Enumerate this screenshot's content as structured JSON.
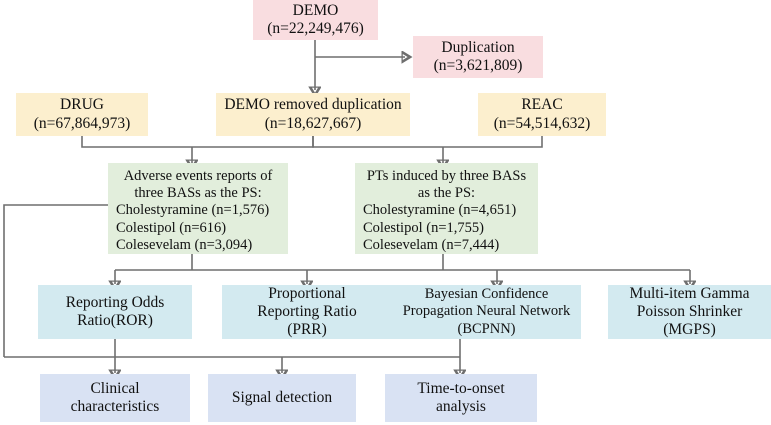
{
  "diagram": {
    "title": "FAERS disproportionality analysis flowchart for three bile acid sequestrants",
    "colors": {
      "pink": "#f9dde0",
      "yellow": "#fcefce",
      "green": "#e2eedc",
      "blue": "#d3eaf0",
      "lavender": "#d9e2f3",
      "connector": "#6f6f6f",
      "text": "#111111"
    },
    "nodes": {
      "demo": {
        "label": "DEMO",
        "count": "(n=22,249,476)"
      },
      "duplication": {
        "label": "Duplication",
        "count": "(n=3,621,809)"
      },
      "drug": {
        "label": "DRUG",
        "count": "(n=67,864,973)"
      },
      "demo_dedup": {
        "label": "DEMO removed duplication",
        "count": "(n=18,627,667)"
      },
      "reac": {
        "label": "REAC",
        "count": "(n=54,514,632)"
      },
      "ae_reports": {
        "line1": "Adverse events reports of",
        "line2": "three BASs as the PS:",
        "line3": "Cholestyramine (n=1,576)",
        "line4": "Colestipol (n=616)",
        "line5": "Colesevelam (n=3,094)"
      },
      "pts_induced": {
        "line1": "PTs induced by three BASs",
        "line2": "as the PS:",
        "line3": "Cholestyramine (n=4,651)",
        "line4": "Colestipol (n=1,755)",
        "line5": "Colesevelam (n=7,444)"
      },
      "ror": {
        "line1": "Reporting Odds",
        "line2": "Ratio(ROR)"
      },
      "prr": {
        "line1": "Proportional",
        "line2": "Reporting Ratio",
        "line3": "(PRR)"
      },
      "bcpnn": {
        "line1": "Bayesian Confidence",
        "line2": "Propagation Neural Network",
        "line3": "(BCPNN)"
      },
      "mgps": {
        "line1": "Multi-item Gamma",
        "line2": "Poisson Shrinker",
        "line3": "(MGPS)"
      },
      "clinical": {
        "line1": "Clinical",
        "line2": "characteristics"
      },
      "signal": {
        "line1": "Signal detection"
      },
      "time_onset": {
        "line1": "Time-to-onset",
        "line2": "analysis"
      }
    }
  }
}
